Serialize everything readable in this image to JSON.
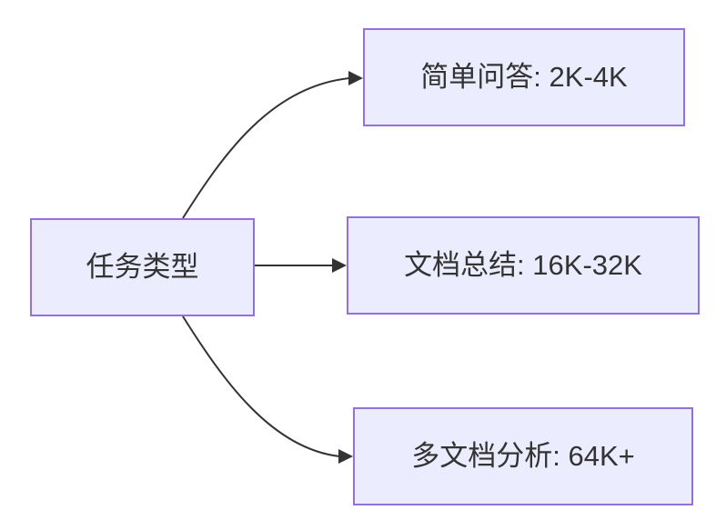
{
  "diagram": {
    "type": "flowchart",
    "direction": "left-to-right",
    "nodes": {
      "root": {
        "id": "task-type",
        "label": "任务类型"
      },
      "top": {
        "id": "simple-qa",
        "label": "简单问答: 2K-4K"
      },
      "middle": {
        "id": "doc-summary",
        "label": "文档总结: 16K-32K"
      },
      "bottom": {
        "id": "multi-doc",
        "label": "多文档分析: 64K+"
      }
    },
    "edges": [
      {
        "from": "任务类型",
        "to": "简单问答: 2K-4K"
      },
      {
        "from": "任务类型",
        "to": "文档总结: 16K-32K"
      },
      {
        "from": "任务类型",
        "to": "多文档分析: 64K+"
      }
    ],
    "colors": {
      "node_fill": "#ECECFF",
      "node_border": "#9370DB",
      "edge_line": "#333333",
      "label_text": "#333333",
      "background": "#FFFFFF"
    }
  }
}
